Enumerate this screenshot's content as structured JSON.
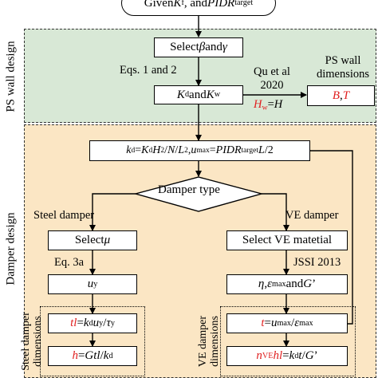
{
  "start": {
    "prefix": "Given ",
    "k": "K",
    "k_sub": "f",
    "mid": ", and ",
    "pidr": "PIDR",
    "pidr_sub": "target"
  },
  "ps_panel": {
    "label": "PS wall design"
  },
  "damper_panel": {
    "label": "Damper design"
  },
  "select_beta": {
    "prefix": "Select ",
    "beta": "β",
    "and": " and ",
    "gamma": "γ"
  },
  "eqs_label": "Eqs. 1 and 2",
  "kd_kw": {
    "k1": "K",
    "k1_sub": "d",
    "and": " and ",
    "k2": "K",
    "k2_sub": "w"
  },
  "qu_label": {
    "line1": "Qu et al",
    "line2": "2020"
  },
  "hw_eq": {
    "h": "H",
    "h_sub": "w",
    "eq": "=",
    "h2": "H"
  },
  "ps_dims": {
    "line1": "PS wall",
    "line2": "dimensions",
    "b": "B",
    "sep": ", ",
    "t": "T"
  },
  "kd_formula": {
    "k": "k",
    "k_sub": "d",
    "eq1": "=",
    "K": "K",
    "K_sub": "d",
    "H": "H",
    "H_sup": "2",
    "slash1": "/",
    "N": "N",
    "slash2": "/",
    "L": "L",
    "L_sup": "2",
    "comma": ", ",
    "u": "u",
    "u_sub": "max",
    "eq2": "=",
    "pidr": "PIDR",
    "pidr_sub": "target",
    "L2": "L",
    "tail": "/2"
  },
  "decision": {
    "label": "Damper type"
  },
  "steel_branch": {
    "label": "Steel damper"
  },
  "ve_branch": {
    "label": "VE damper"
  },
  "select_mu": {
    "prefix": "Select ",
    "mu": "μ"
  },
  "select_ve": {
    "label": "Select VE matetial"
  },
  "eq3a": "Eq. 3a",
  "jssi": "JSSI 2013",
  "uy_box": {
    "u": "u",
    "u_sub": "y"
  },
  "eta_box": {
    "eta": "η",
    "comma": ", ",
    "eps": "ε",
    "eps_sub": "max",
    "and": " and ",
    "g": "G",
    "g_tail": "’"
  },
  "tl_box": {
    "lhs": "tl",
    "eq": "=",
    "k": "k",
    "k_sub": "d",
    "u": "u",
    "u_sub": "y",
    "slash": "/",
    "tau": "τ",
    "tau_sub": "y"
  },
  "h_box": {
    "lhs": "h",
    "eq": "=",
    "rhs": "Gtl",
    "slash": "/",
    "k": "k",
    "k_sub": "d"
  },
  "t_box": {
    "lhs": "t",
    "eq": "=",
    "u": "u",
    "u_sub": "max",
    "slash": "/",
    "eps": "ε",
    "eps_sub": "max"
  },
  "nve_box": {
    "n": "n",
    "n_sub": "VE",
    "hl": "hl",
    "eq": "=",
    "k": "k",
    "k_sub": "d",
    "t": "t",
    "slash": "/",
    "g": "G",
    "g_tail": "’"
  },
  "steel_dims": {
    "line1": "Steel damper",
    "line2": "dimensions"
  },
  "ve_dims": {
    "line1": "VE damper",
    "line2": "dimensions"
  },
  "colors": {
    "ps_bg": "#d8e8d6",
    "damper_bg": "#fbe6c4",
    "highlight": "#e02020"
  }
}
